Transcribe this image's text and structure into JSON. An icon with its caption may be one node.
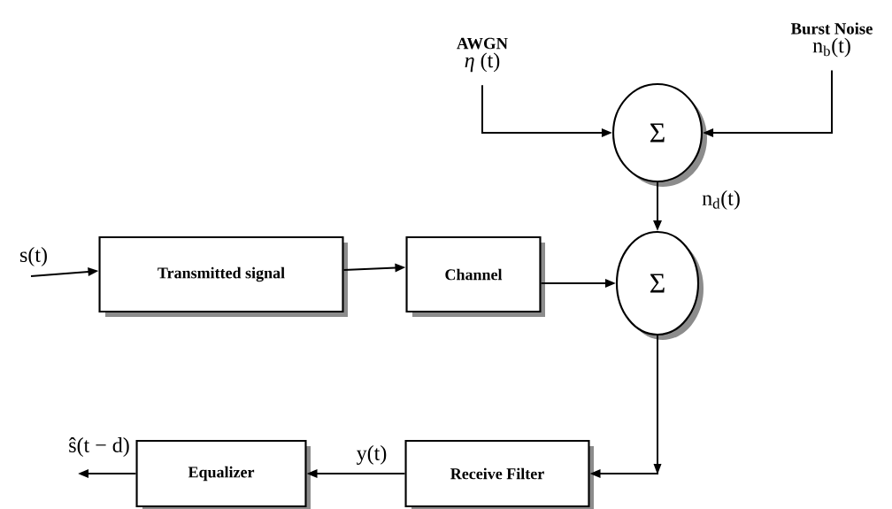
{
  "diagram": {
    "nodes": [
      {
        "text": [
          "AWGN",
          "*η* (t)"
        ]
      },
      {
        "text": [
          "Burst Noise",
          "n$_{b}$(t)"
        ]
      },
      {
        "text": [
          "Σ"
        ]
      },
      {
        "text": [
          "Σ"
        ]
      },
      {
        "text": [
          "Transmitted signal"
        ]
      },
      {
        "text": [
          "Channel"
        ]
      },
      {
        "text": [
          "Receive Filter"
        ]
      },
      {
        "text": [
          "Equalizer"
        ]
      }
    ],
    "edges": [
      {
        "from": 0,
        "to": 2,
        "arrow": "to"
      },
      {
        "from": 1,
        "to": 2,
        "arrow": "to"
      },
      {
        "from": 2,
        "to": 3,
        "arrow": "to",
        "label": "n$_{d}$(t)"
      },
      {
        "from": null,
        "to": 4,
        "arrow": "to",
        "label": "s(t)"
      },
      {
        "from": 4,
        "to": 5,
        "arrow": "to"
      },
      {
        "from": 5,
        "to": 3,
        "arrow": "to"
      },
      {
        "from": 3,
        "to": 6,
        "arrow": "to"
      },
      {
        "from": 6,
        "to": 7,
        "arrow": "to",
        "label": "y(t)"
      },
      {
        "from": 7,
        "to": null,
        "arrow": "to",
        "label": "ŝ(t − d)"
      }
    ]
  }
}
